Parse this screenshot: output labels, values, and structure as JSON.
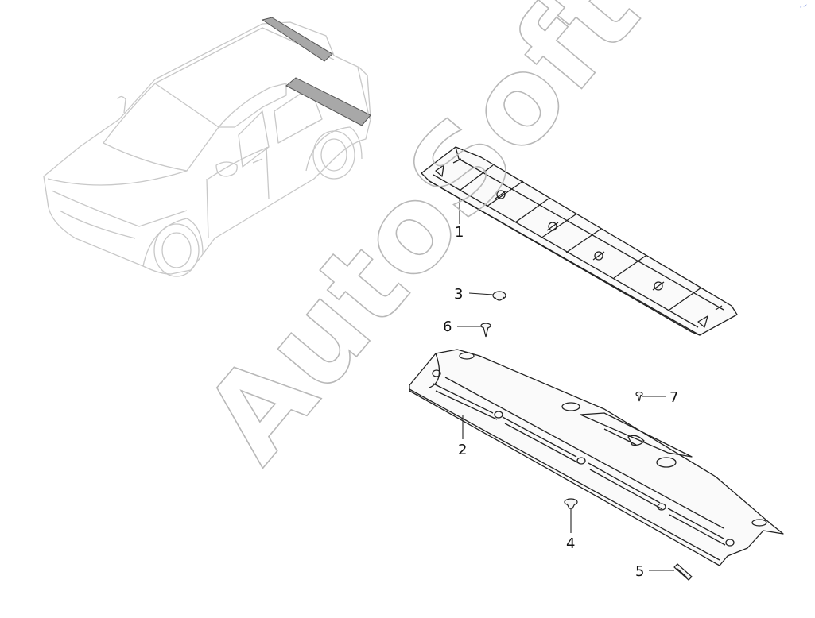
{
  "watermark": "AutoSoft",
  "corner_mark": "° —",
  "callouts": [
    "1",
    "2",
    "3",
    "4",
    "5",
    "6",
    "7"
  ],
  "colors": {
    "line": "#222222",
    "car_outline": "#c8c8c8",
    "highlight": "#a8a8a8",
    "watermark": "#b8b8b8"
  }
}
